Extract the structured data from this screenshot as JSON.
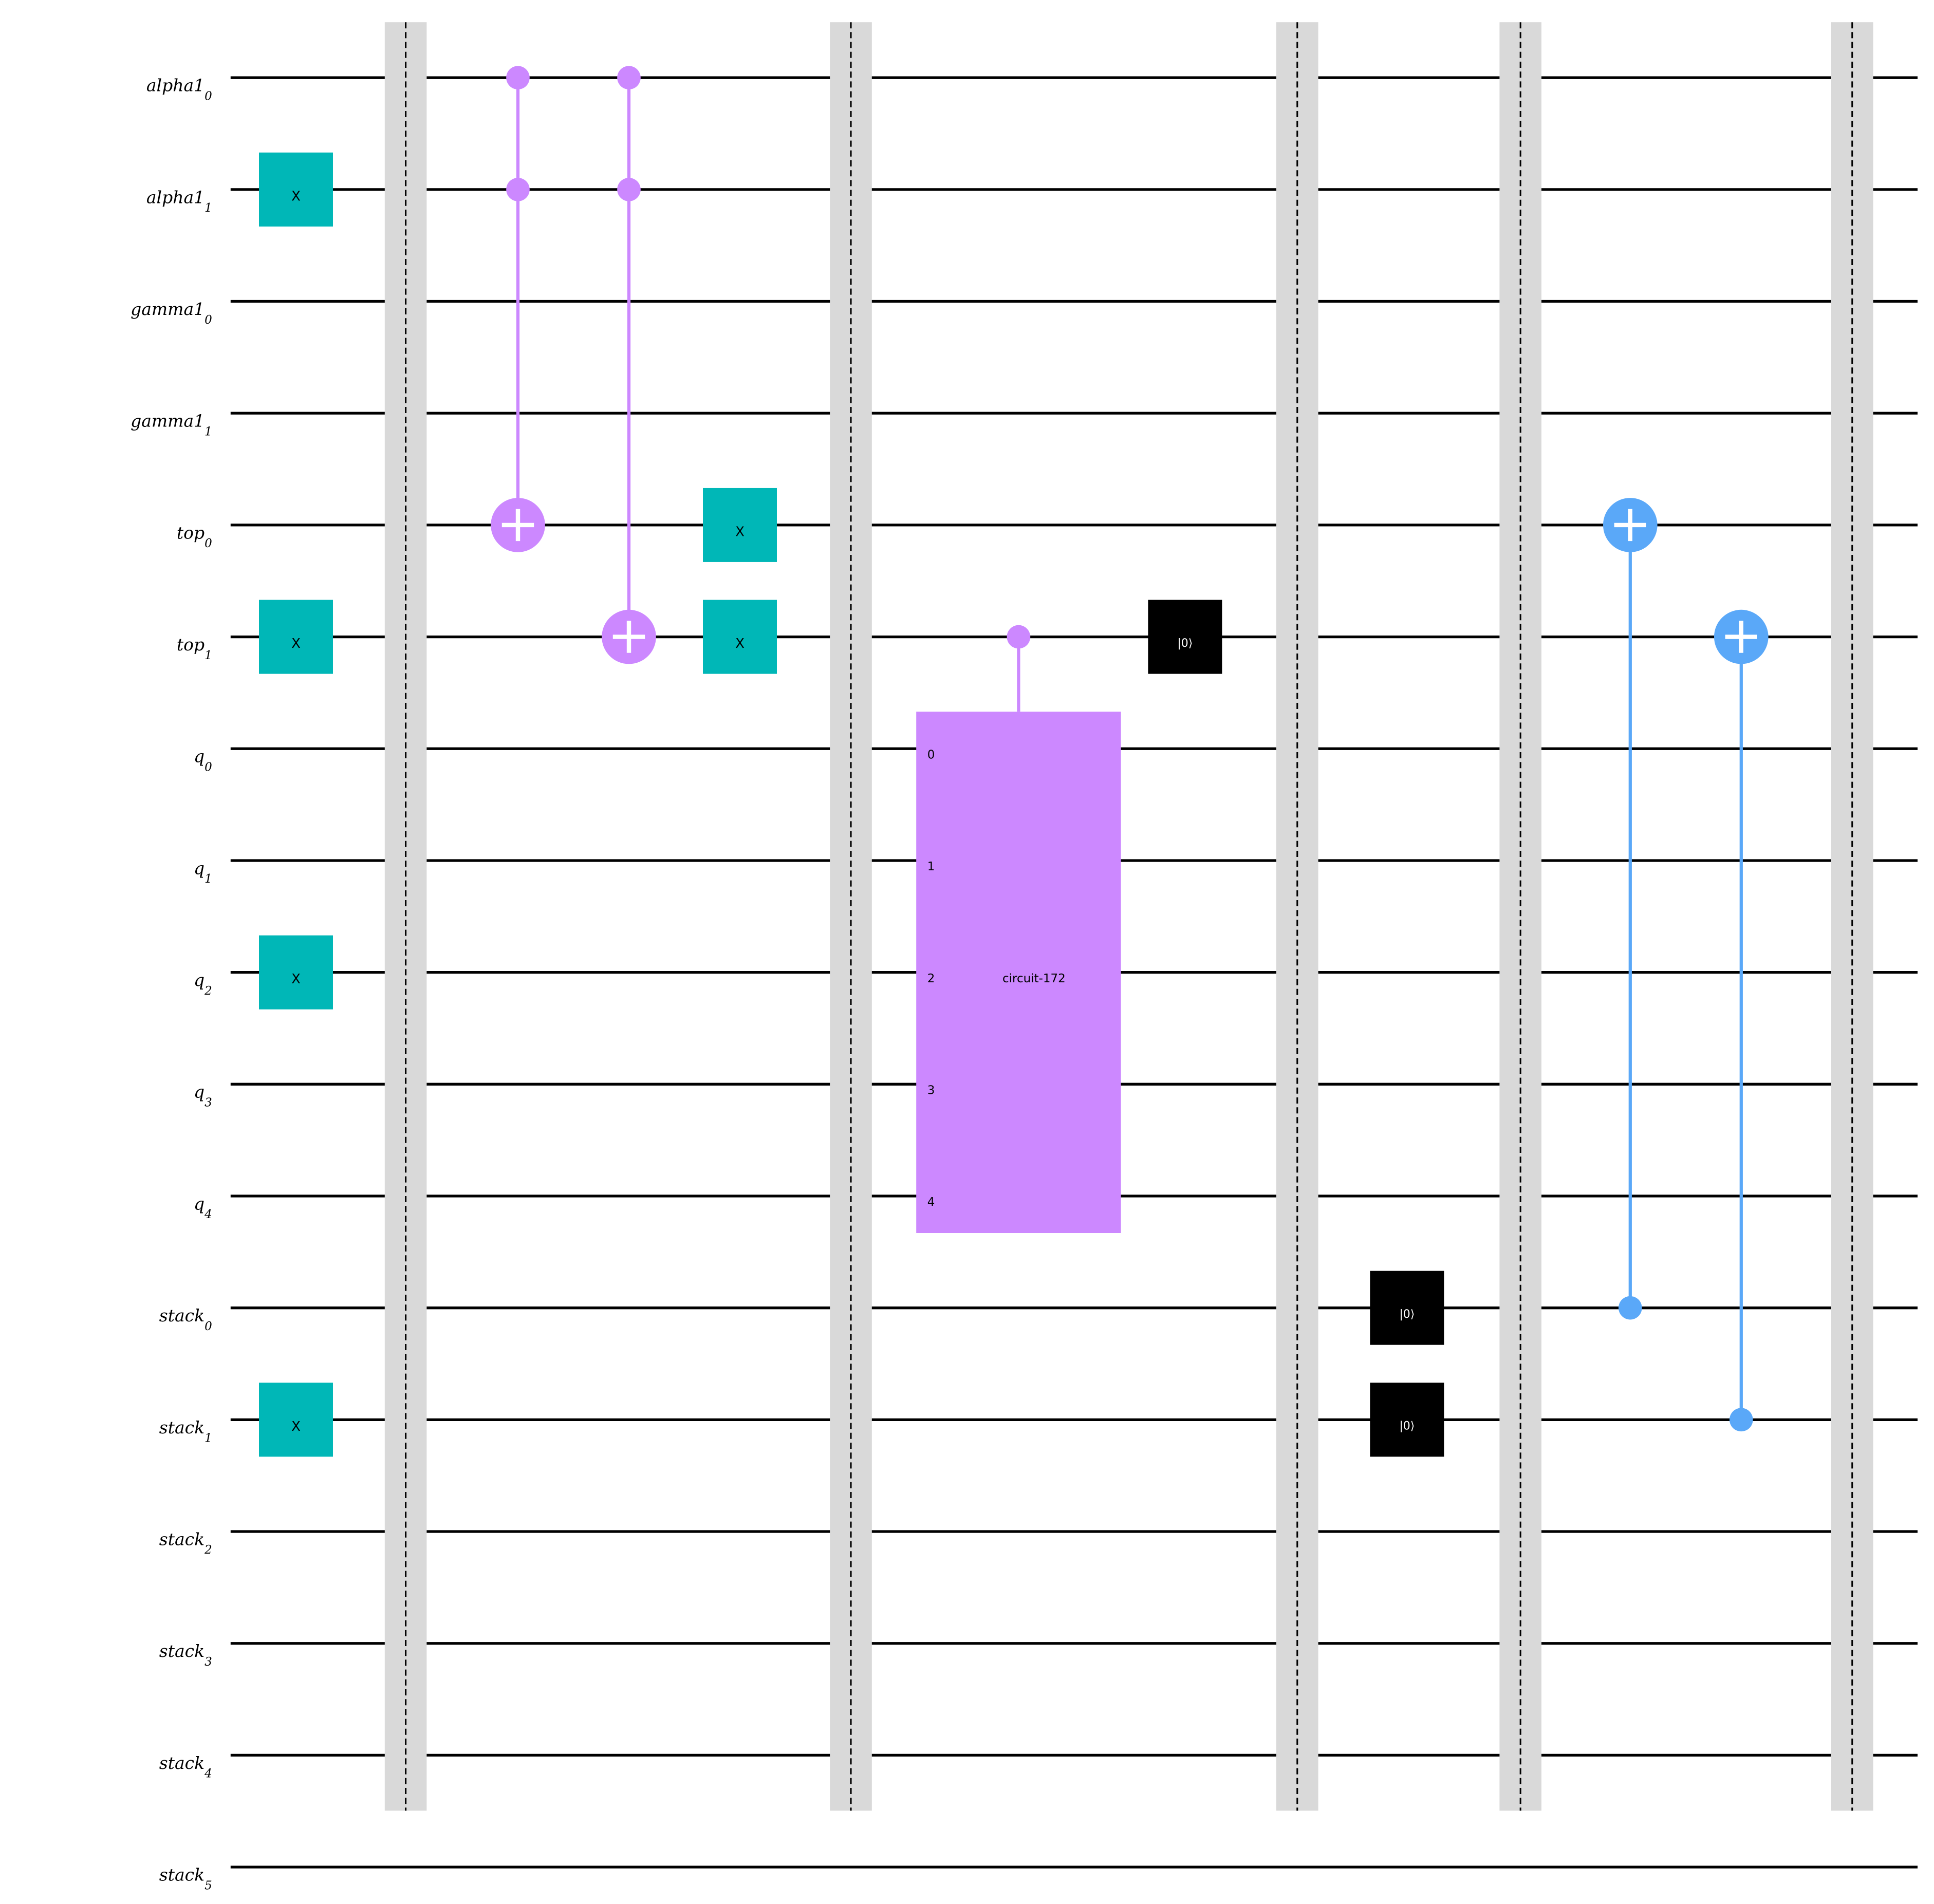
{
  "circuit": {
    "wires": [
      {
        "name": "alpha1",
        "index": "0"
      },
      {
        "name": "alpha1",
        "index": "1"
      },
      {
        "name": "gamma1",
        "index": "0"
      },
      {
        "name": "gamma1",
        "index": "1"
      },
      {
        "name": "top",
        "index": "0"
      },
      {
        "name": "top",
        "index": "1"
      },
      {
        "name": "q",
        "index": "0"
      },
      {
        "name": "q",
        "index": "1"
      },
      {
        "name": "q",
        "index": "2"
      },
      {
        "name": "q",
        "index": "3"
      },
      {
        "name": "q",
        "index": "4"
      },
      {
        "name": "stack",
        "index": "0"
      },
      {
        "name": "stack",
        "index": "1"
      },
      {
        "name": "stack",
        "index": "2"
      },
      {
        "name": "stack",
        "index": "3"
      },
      {
        "name": "stack",
        "index": "4"
      },
      {
        "name": "stack",
        "index": "5"
      }
    ],
    "colors": {
      "x_gate": "#00b7b7",
      "ccx": "#cc88ff",
      "cx": "#5aa8f8",
      "reset": "#000000",
      "barrier": "#d9d9d9",
      "wire": "#000000"
    },
    "barriers": [
      {
        "col": 1,
        "span": 16
      },
      {
        "col": 5,
        "span": 16
      },
      {
        "col": 9,
        "span": 16
      },
      {
        "col": 11,
        "span": 16
      },
      {
        "col": 14,
        "span": 16
      }
    ],
    "x_gates": [
      {
        "col": 0,
        "wire": 1,
        "label": "X"
      },
      {
        "col": 0,
        "wire": 5,
        "label": "X"
      },
      {
        "col": 0,
        "wire": 8,
        "label": "X"
      },
      {
        "col": 0,
        "wire": 12,
        "label": "X"
      },
      {
        "col": 4,
        "wire": 4,
        "label": "X"
      },
      {
        "col": 4,
        "wire": 5,
        "label": "X"
      }
    ],
    "controlled_gates": [
      {
        "type": "ccx",
        "col": 2,
        "controls": [
          0,
          1
        ],
        "target": 4
      },
      {
        "type": "ccx",
        "col": 3,
        "controls": [
          0,
          1
        ],
        "target": 5
      },
      {
        "type": "cx",
        "col": 12,
        "controls": [
          11
        ],
        "target": 4
      },
      {
        "type": "cx",
        "col": 13,
        "controls": [
          12
        ],
        "target": 5
      }
    ],
    "resets": [
      {
        "col": 8,
        "wire": 5,
        "label": "|0⟩"
      },
      {
        "col": 10,
        "wire": 11,
        "label": "|0⟩"
      },
      {
        "col": 10,
        "wire": 12,
        "label": "|0⟩"
      }
    ],
    "custom_gate": {
      "label": "circuit-172",
      "col_start": 6,
      "col_end": 7,
      "control_wire": 5,
      "wires": [
        6,
        7,
        8,
        9,
        10
      ],
      "port_labels": [
        "0",
        "1",
        "2",
        "3",
        "4"
      ],
      "color": "#cc88ff"
    }
  }
}
